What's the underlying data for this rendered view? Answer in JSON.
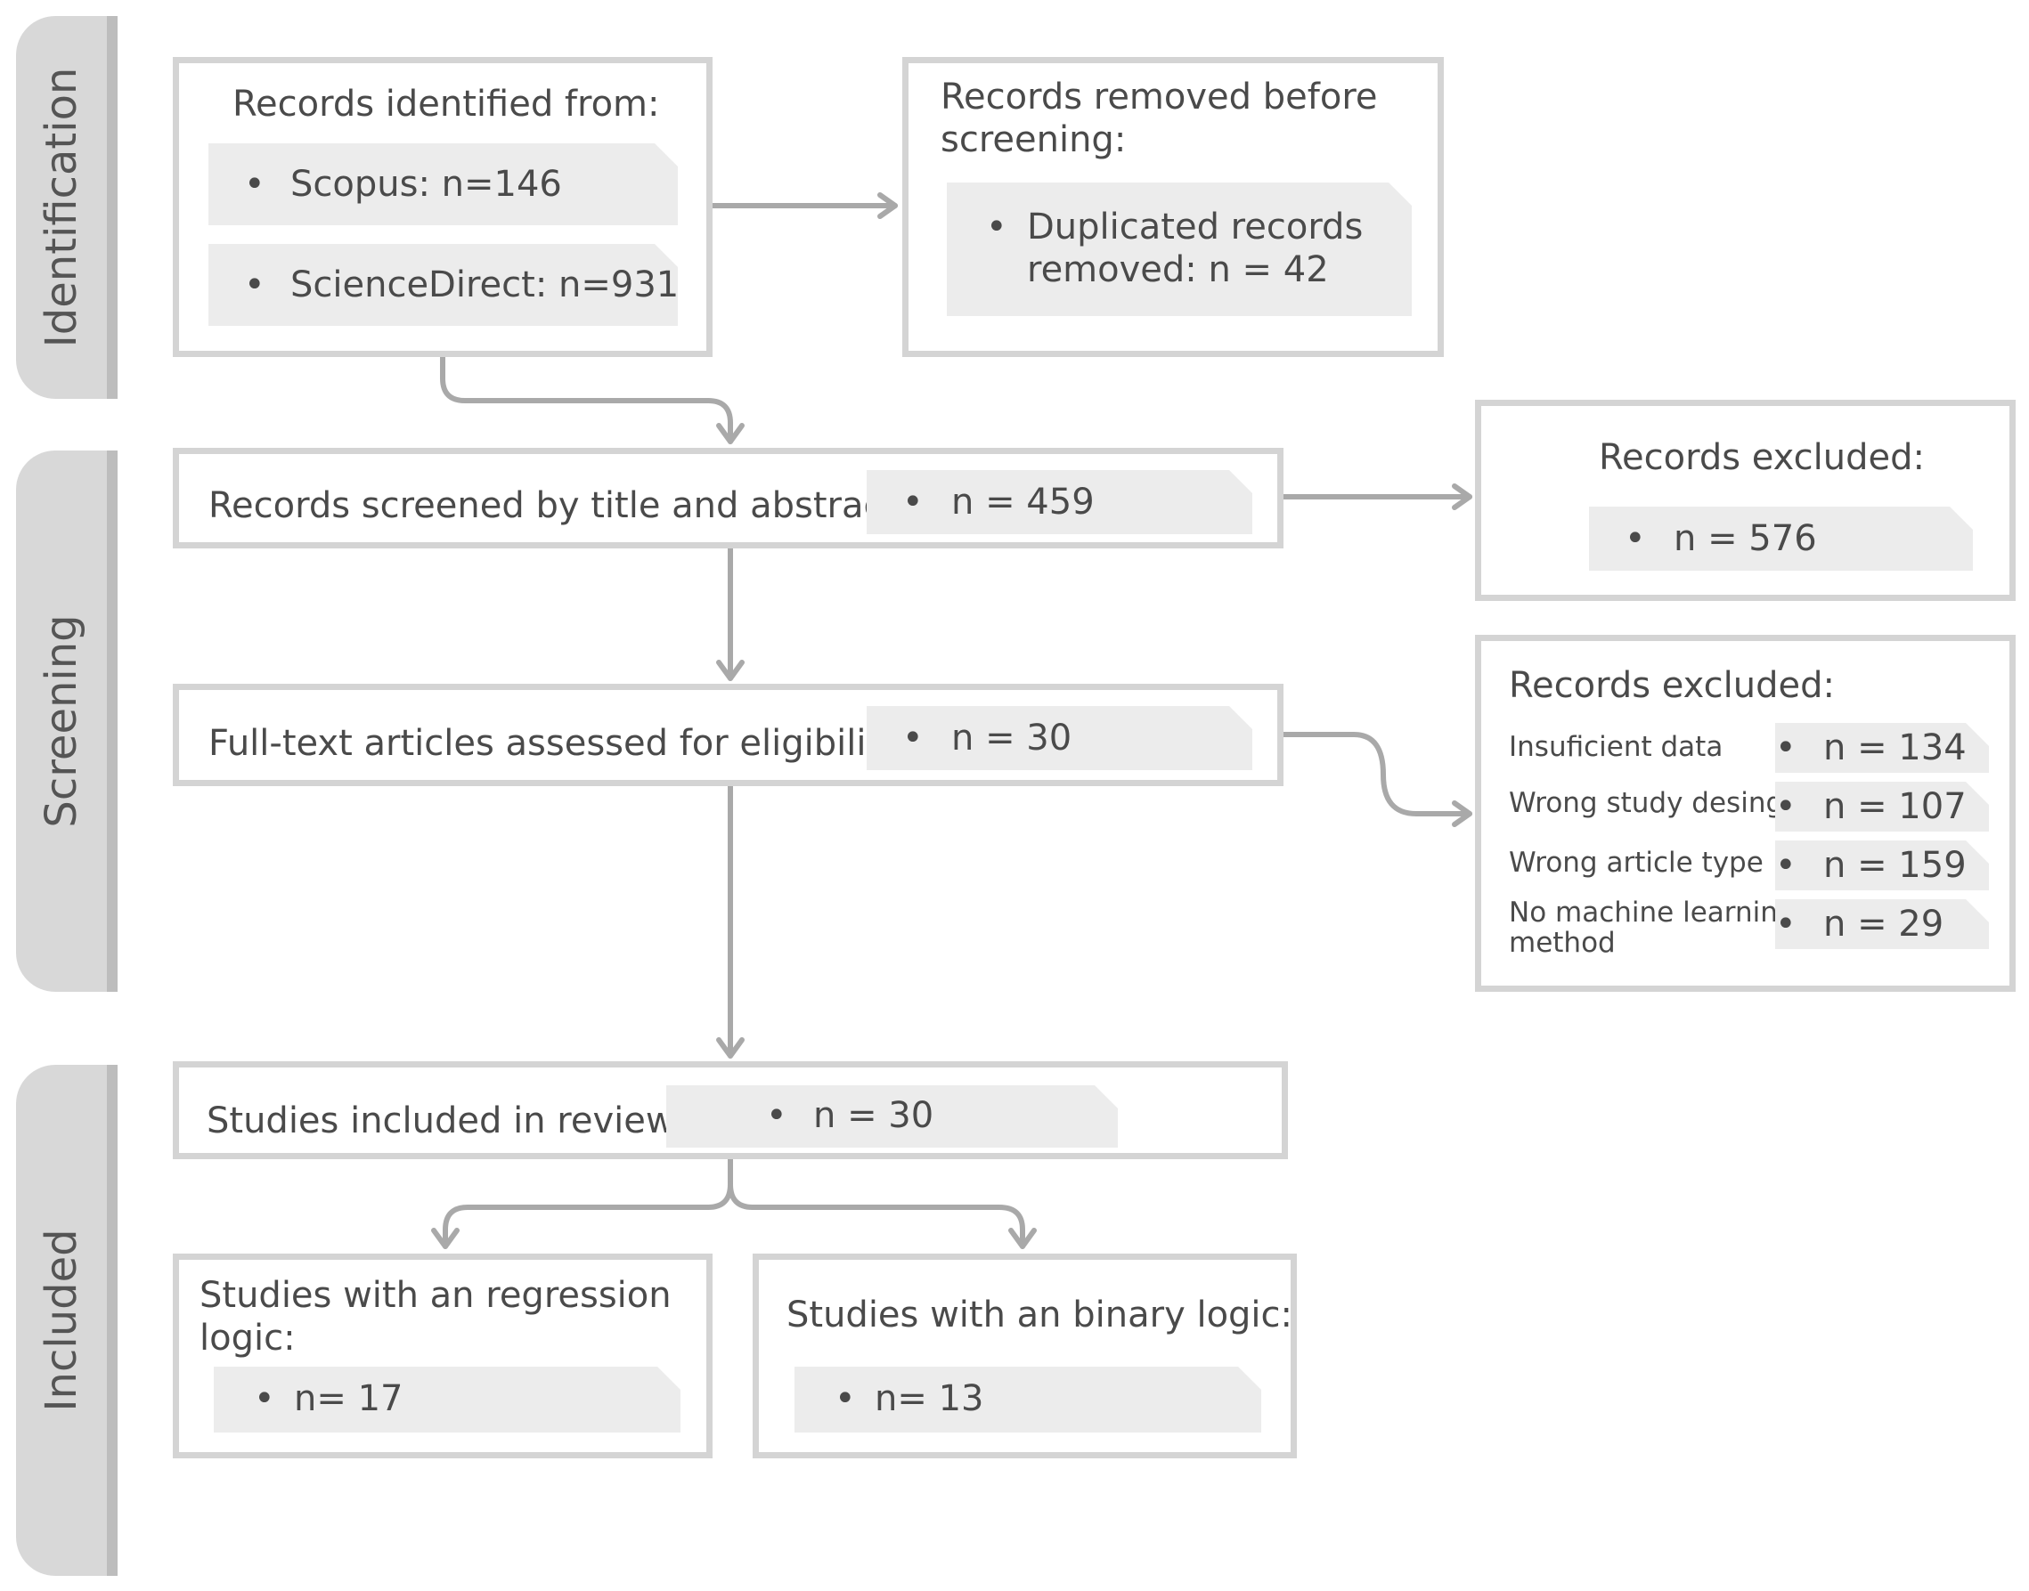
{
  "phases": {
    "identification": "Identification",
    "screening": "Screening",
    "included": "Included"
  },
  "identified": {
    "title": "Records identified from:",
    "scopus": "Scopus: n=146",
    "sciencedirect": "ScienceDirect: n=931"
  },
  "removed": {
    "title_line1": "Records removed before",
    "title_line2": "screening:",
    "item_line1": "Duplicated records",
    "item_line2": "removed: n = 42"
  },
  "screened": {
    "title": "Records screened by title and abstract:",
    "count": "n = 459"
  },
  "excluded1": {
    "title": "Records excluded:",
    "count": "n = 576"
  },
  "fulltext": {
    "title": "Full-text articles assessed for eligibility",
    "count": "n = 30"
  },
  "excluded2": {
    "title": "Records excluded:",
    "reasons": [
      {
        "label": "Insuficient data",
        "count": "n = 134"
      },
      {
        "label": "Wrong study desing",
        "count": "n = 107"
      },
      {
        "label": "Wrong article type",
        "count": "n = 159"
      },
      {
        "label_line1": "No machine learning",
        "label_line2": "method",
        "count": "n = 29"
      }
    ]
  },
  "included": {
    "title": "Studies included in review:",
    "count": "n = 30"
  },
  "regression": {
    "title_line1": "Studies with an regression",
    "title_line2": "logic:",
    "count": "n= 17"
  },
  "binary": {
    "title": "Studies with an binary logic:",
    "count": "n= 13"
  },
  "colors": {
    "border": "#d4d4d4",
    "tag": "#ececec",
    "arrow": "#a9a9a9",
    "phase": "#d8d8d8"
  }
}
